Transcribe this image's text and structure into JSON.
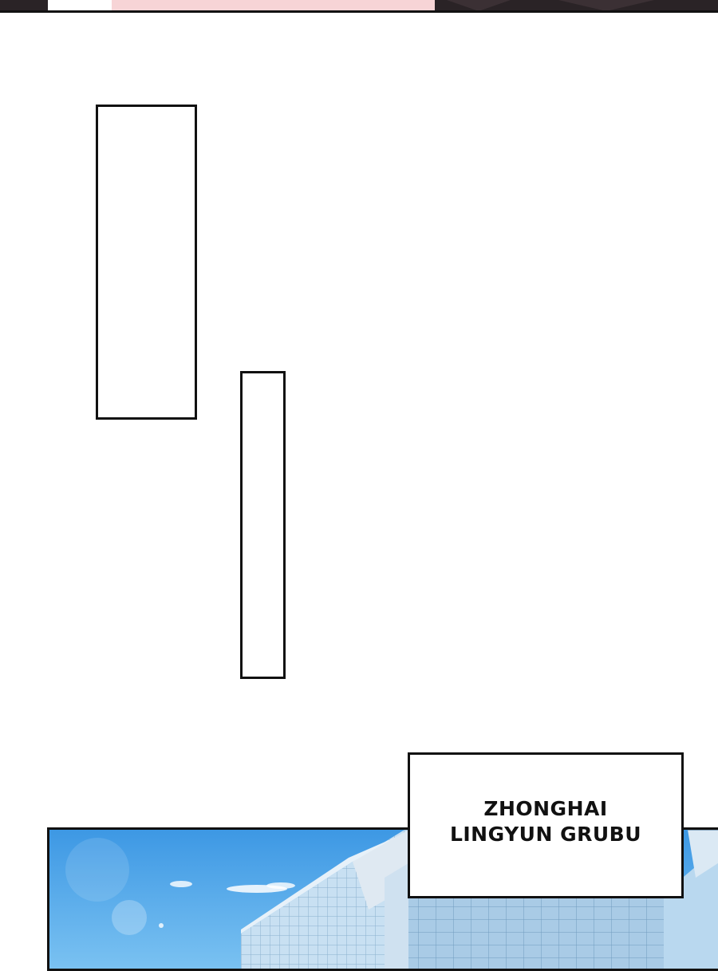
{
  "caption": {
    "lines": [
      "ZHONGHAI",
      "LINGYUN GRUBU"
    ]
  },
  "colors": {
    "panel_border": "#111111",
    "sky_top": "#3d98e4",
    "sky_bottom": "#7cc3f2",
    "building_glass": "#b9d8ef",
    "top_strip_skin": "#f7d4d6",
    "top_strip_hair": "#2a2326"
  },
  "icons": {
    "top_panel": "character-art-fragment",
    "city_panel": "skyscraper-scene"
  }
}
